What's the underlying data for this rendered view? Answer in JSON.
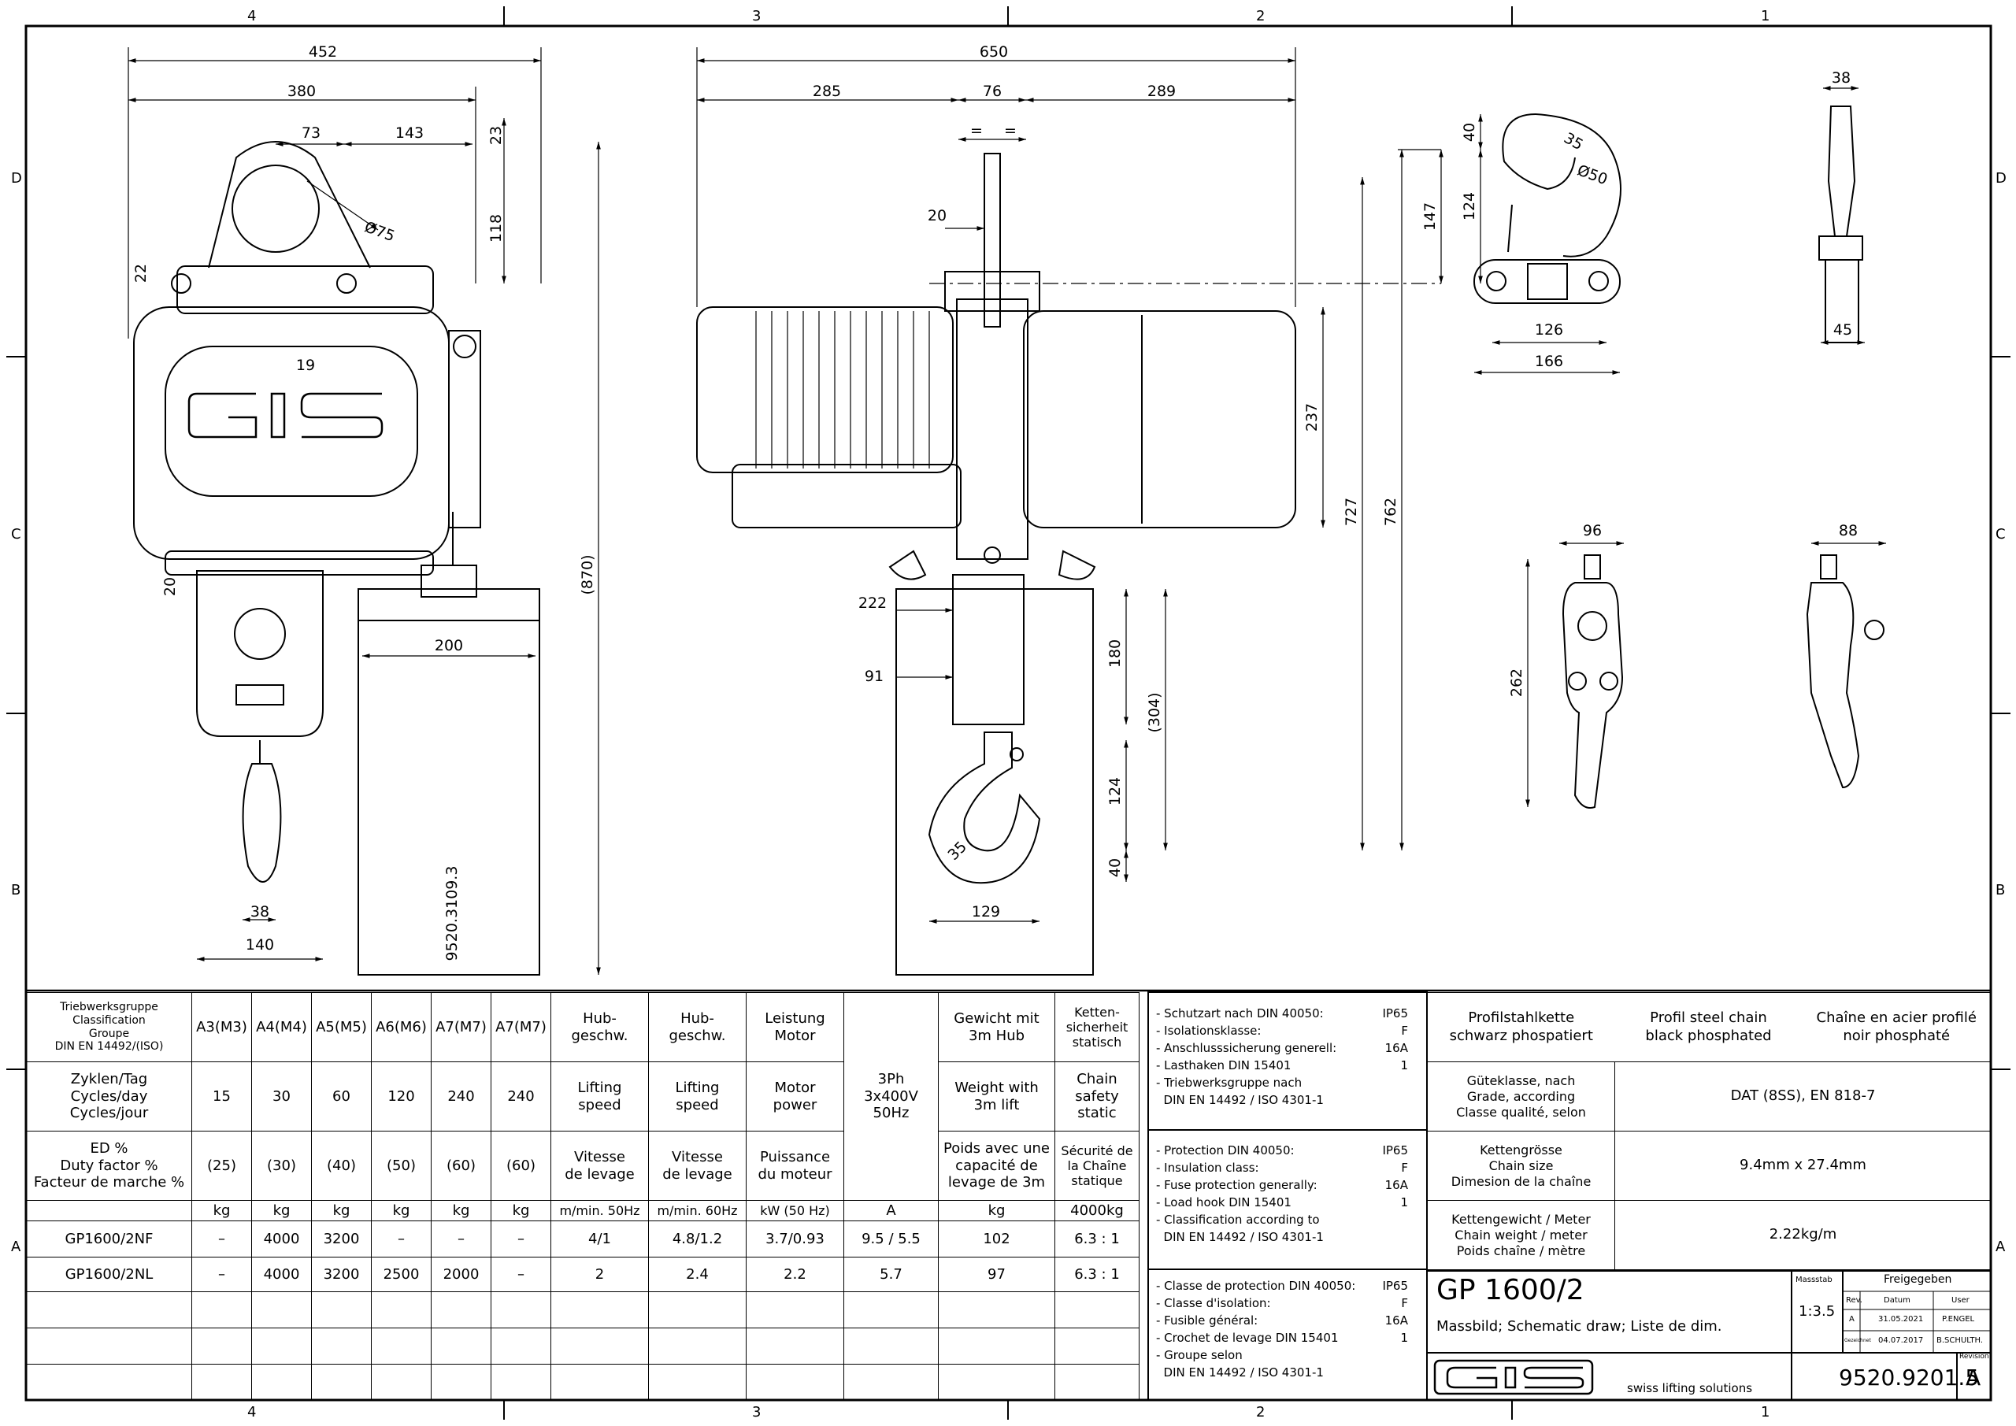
{
  "frame": {
    "col_top": [
      "4",
      "3",
      "2",
      "1"
    ],
    "col_bottom": [
      "4",
      "3",
      "2",
      "1"
    ],
    "row_left": [
      "D",
      "C",
      "B",
      "A"
    ],
    "row_right": [
      "D",
      "C",
      "B",
      "A"
    ]
  },
  "drawing": {
    "front_view": {
      "dims": [
        "452",
        "380",
        "73",
        "143",
        "23",
        "118",
        "Ø75",
        "22",
        "19",
        "20",
        "200",
        "(870)",
        "38",
        "140"
      ],
      "logo_text": "GIS",
      "part_label": "9520.3109.3"
    },
    "side_view": {
      "dims": [
        "650",
        "285",
        "76",
        "289",
        "=",
        "=",
        "20",
        "237",
        "727",
        "762",
        "222",
        "91",
        "180",
        "(304)",
        "124",
        "40",
        "35",
        "129"
      ]
    },
    "hook_view": {
      "dims": [
        "40",
        "147",
        "124",
        "35",
        "Ø50",
        "126",
        "166",
        "38",
        "45"
      ]
    },
    "pendant_view": {
      "dims": [
        "96",
        "262",
        "88"
      ]
    }
  },
  "spec_table": {
    "row_classification": {
      "label": "Triebwerksgruppe\nClassification\nGroupe\nDIN EN 14492/(ISO)",
      "groups": [
        "A3(M3)",
        "A4(M4)",
        "A5(M5)",
        "A6(M6)",
        "A7(M7)",
        "A7(M7)"
      ]
    },
    "row_cycles": {
      "label": "Zyklen/Tag\nCycles/day\nCycles/jour",
      "values": [
        "15",
        "30",
        "60",
        "120",
        "240",
        "240"
      ]
    },
    "row_duty": {
      "label": "ED %\nDuty factor %\nFacteur de marche %",
      "values": [
        "(25)",
        "(30)",
        "(40)",
        "(50)",
        "(60)",
        "(60)"
      ]
    },
    "units_group": [
      "kg",
      "kg",
      "kg",
      "kg",
      "kg",
      "kg"
    ],
    "col_headers": [
      {
        "de": "Hub-\ngeschw.",
        "en": "Lifting\nspeed",
        "fr": "Vitesse\nde levage",
        "unit": "m/min. 50Hz"
      },
      {
        "de": "Hub-\ngeschw.",
        "en": "Lifting\nspeed",
        "fr": "Vitesse\nde levage",
        "unit": "m/min. 60Hz"
      },
      {
        "de": "Leistung\nMotor",
        "en": "Motor\npower",
        "fr": "Puissance\ndu moteur",
        "unit": "kW (50 Hz)"
      },
      {
        "de": "",
        "en": "3Ph\n3x400V\n50Hz",
        "fr": "",
        "unit": "A"
      },
      {
        "de": "Gewicht mit\n3m Hub",
        "en": "Weight with\n3m lift",
        "fr": "Poids avec une\ncapacité de\nlevage de 3m",
        "unit": "kg"
      },
      {
        "de": "Ketten-\nsicherheit\nstatisch",
        "en": "Chain\nsafety\nstatic",
        "fr": "Sécurité de\nla Chaîne\nstatique",
        "unit": "4000kg"
      }
    ],
    "rows": [
      {
        "model": "GP1600/2NF",
        "groups": [
          "–",
          "4000",
          "3200",
          "–",
          "–",
          "–"
        ],
        "values": [
          "4/1",
          "4.8/1.2",
          "3.7/0.93",
          "9.5 / 5.5",
          "102",
          "6.3 : 1"
        ]
      },
      {
        "model": "GP1600/2NL",
        "groups": [
          "–",
          "4000",
          "3200",
          "2500",
          "2000",
          "–"
        ],
        "values": [
          "2",
          "2.4",
          "2.2",
          "5.7",
          "97",
          "6.3 : 1"
        ]
      }
    ]
  },
  "notes": {
    "de": [
      {
        "text": "- Schutzart nach DIN 40050:",
        "val": "IP65"
      },
      {
        "text": "- Isolationsklasse:",
        "val": "F"
      },
      {
        "text": "- Anschlusssicherung generell:",
        "val": "16A"
      },
      {
        "text": "- Lasthaken DIN 15401",
        "val": "1"
      },
      {
        "text": "- Triebwerksgruppe nach",
        "val": ""
      },
      {
        "text": "  DIN EN 14492 / ISO 4301-1",
        "val": ""
      }
    ],
    "en": [
      {
        "text": "- Protection DIN 40050:",
        "val": "IP65"
      },
      {
        "text": "- Insulation class:",
        "val": "F"
      },
      {
        "text": "- Fuse protection generally:",
        "val": "16A"
      },
      {
        "text": "- Load hook DIN 15401",
        "val": "1"
      },
      {
        "text": "- Classification according to",
        "val": ""
      },
      {
        "text": "  DIN EN 14492 / ISO 4301-1",
        "val": ""
      }
    ],
    "fr": [
      {
        "text": "- Classe de protection DIN 40050:",
        "val": "IP65"
      },
      {
        "text": "- Classe d'isolation:",
        "val": "F"
      },
      {
        "text": "- Fusible général:",
        "val": "16A"
      },
      {
        "text": "- Crochet de levage DIN 15401",
        "val": "1"
      },
      {
        "text": "- Groupe selon",
        "val": ""
      },
      {
        "text": "  DIN EN 14492 / ISO 4301-1",
        "val": ""
      }
    ]
  },
  "chain_table": {
    "header": [
      "Profilstahlkette\nschwarz phospatiert",
      "Profil steel chain\nblack phosphated",
      "Chaîne en acier profilé\nnoir phosphaté"
    ],
    "rows": [
      {
        "label": "Güteklasse, nach\nGrade, according\nClasse qualité, selon",
        "value": "DAT (8SS), EN 818-7"
      },
      {
        "label": "Kettengrösse\nChain size\nDimesion de la chaîne",
        "value": "9.4mm x 27.4mm"
      },
      {
        "label": "Kettengewicht / Meter\nChain weight / meter\nPoids chaîne / mètre",
        "value": "2.22kg/m"
      }
    ]
  },
  "title_block": {
    "title": "GP 1600/2",
    "subtitle": "Massbild; Schematic draw; Liste de dim.",
    "massstab_label": "Massstab",
    "scale": "1:3.5",
    "freigegeben": "Freigegeben",
    "rev_label": "Rev.",
    "datum_label": "Datum",
    "user_label": "User",
    "rev_row": [
      "A",
      "31.05.2021",
      "P.ENGEL"
    ],
    "gez_row": [
      "Gezeichnet",
      "04.07.2017",
      "B.SCHULTH."
    ],
    "revision_label": "Revision",
    "drawing_no": "9520.9201.5",
    "revision": "A",
    "tagline": "swiss lifting solutions",
    "logo_text": "GIS"
  }
}
